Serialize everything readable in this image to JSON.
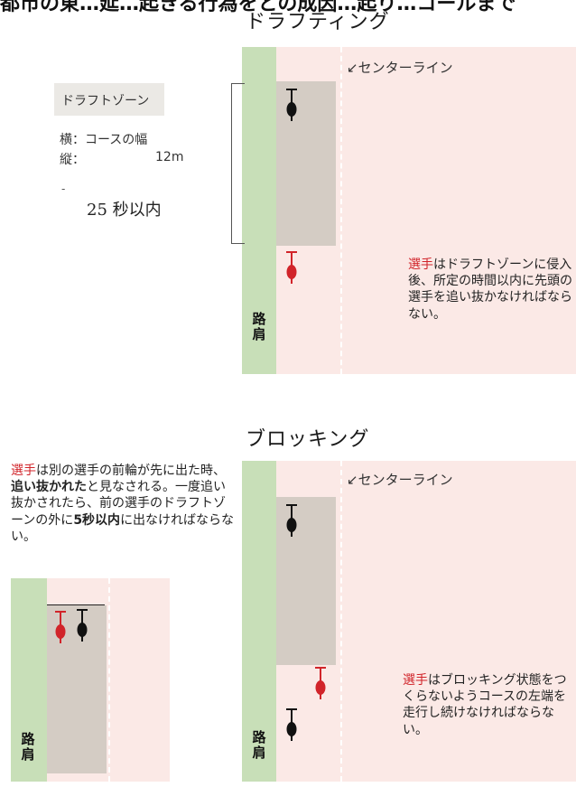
{
  "top_cut_text": "都市の東…延…起きる行為をとの成因…起り…コールまで",
  "drafting": {
    "title": "ドラフティング",
    "center_line_label": "↙センターライン",
    "box_title": "ドラフトゾーン",
    "box_width_line": "横：コースの幅",
    "box_length_prefix": "縦：",
    "box_length_value": "12m",
    "dash_mark": "-",
    "time_limit": "25 秒以内",
    "shoulder_label": "路肩",
    "note": {
      "red": "選手",
      "rest": "はドラフトゾーンに侵入後、所定の時間以内に先頭の選手を追い抜かなければならない。"
    }
  },
  "blocking": {
    "title": "ブロッキング",
    "center_line_label": "↙センターライン",
    "shoulder_label": "路肩",
    "left_note": {
      "red": "選手",
      "part1": "は別の選手の前輪が先に出た時、",
      "bold1": "追い抜かれた",
      "part2": "と見なされる。一度追い抜かされたら、前の選手のドラフトゾーンの外に",
      "bold2": "5秒以内",
      "part3": "に出なければならない。"
    },
    "right_note": {
      "red": "選手",
      "rest": "はブロッキング状態をつくらないようコースの左端を走行し続けなければならない。"
    }
  },
  "colors": {
    "shoulder": "#c8dfb8",
    "lane": "#fbe9e6",
    "zone": "#d4ccc4",
    "rider_black": "#111111",
    "rider_red": "#d1242a"
  },
  "icons": [
    "cyclist-black-icon",
    "cyclist-red-icon"
  ]
}
